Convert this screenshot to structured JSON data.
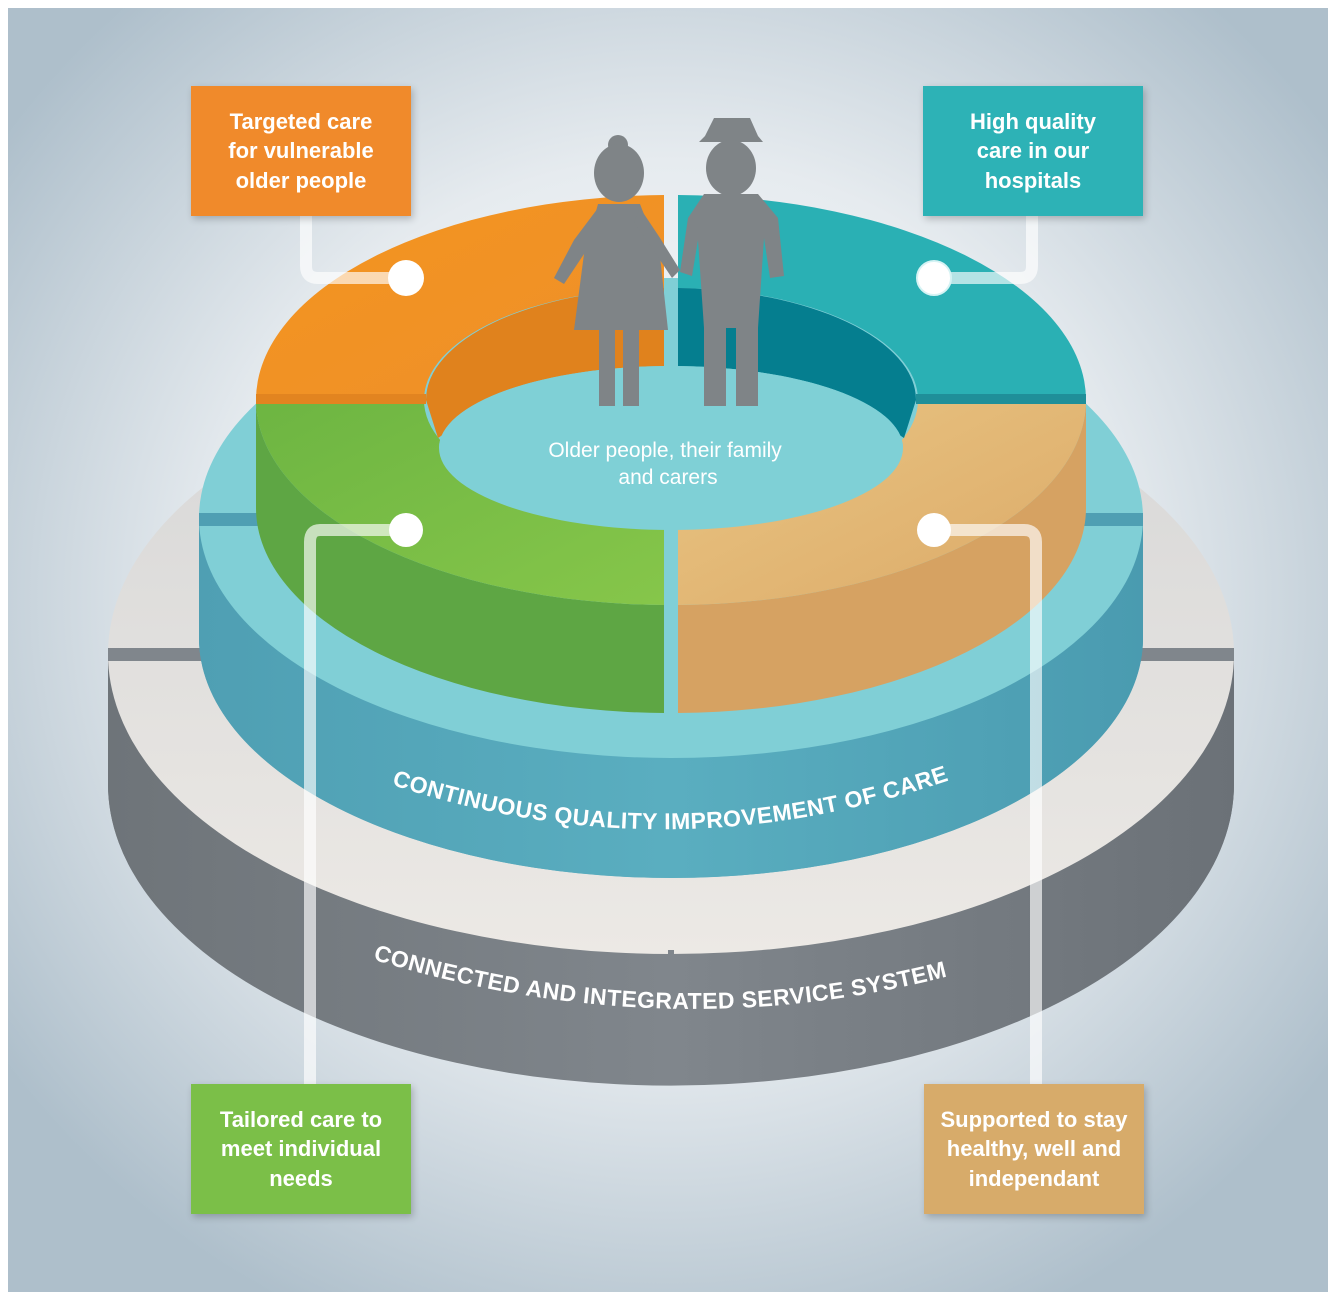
{
  "center_label": "Older people, their family\nand carers",
  "rings": {
    "inner": "CONTINUOUS QUALITY IMPROVEMENT OF CARE",
    "outer": "CONNECTED AND INTEGRATED SERVICE SYSTEM"
  },
  "callouts": {
    "top_left": "Targeted care\nfor vulnerable\nolder people",
    "top_right": "High quality\ncare in our\nhospitals",
    "bottom_left": "Tailored care to\nmeet individual\nneeds",
    "bottom_right": "Supported to stay\nhealthy, well and\nindependant"
  },
  "colors": {
    "orange": "#f08a2b",
    "teal": "#2db2b6",
    "green": "#7bbf48",
    "tan": "#d7ab6a",
    "light_blue": "#7fd0d6",
    "grey": "#80868c",
    "figures": "#7f8487"
  },
  "icons": [
    "older-woman-icon",
    "older-man-icon"
  ]
}
